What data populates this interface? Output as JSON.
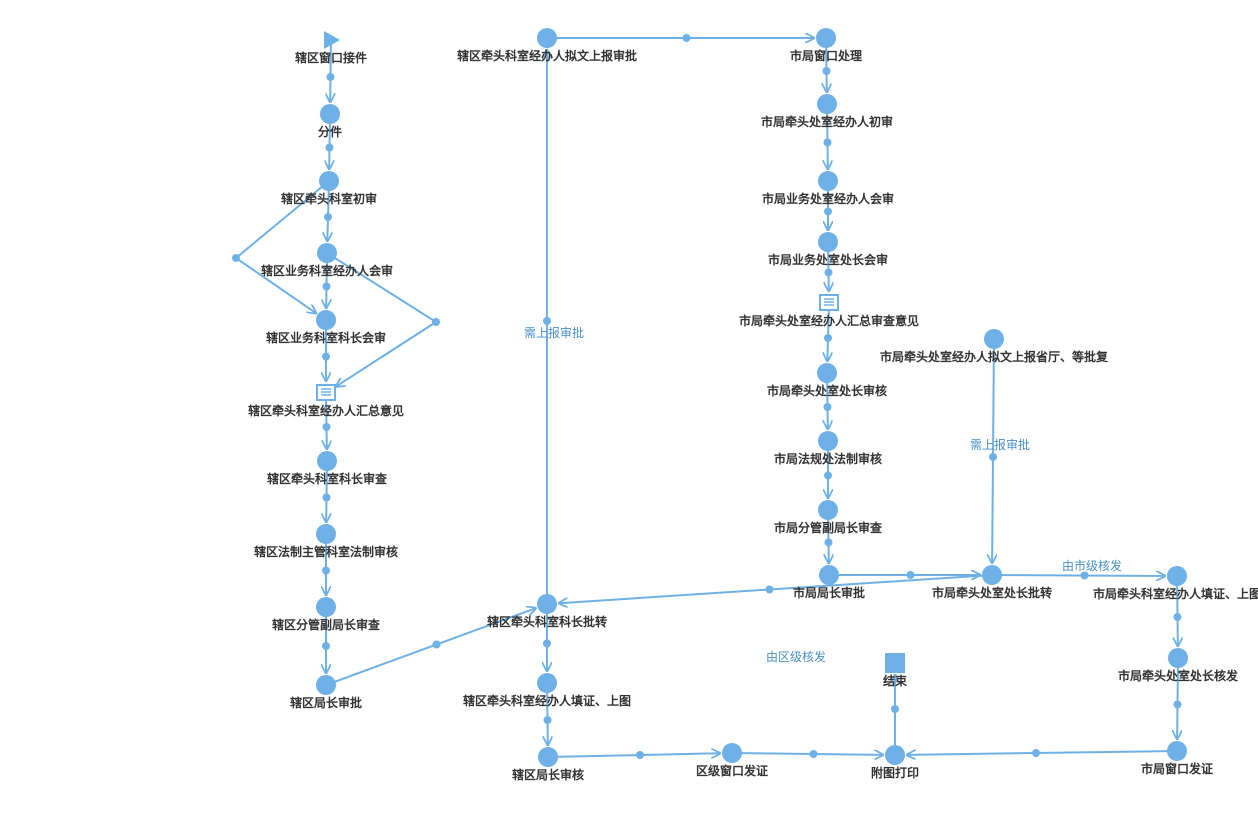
{
  "colors": {
    "accent": "#6fb1e6",
    "node_label": "#333333",
    "edge_label": "#4a8fc7"
  },
  "nodes": [
    {
      "id": "n1",
      "shape": "start-triangle",
      "icon": "start-icon",
      "label": "辖区窗口接件"
    },
    {
      "id": "n2",
      "shape": "circle",
      "label": "分件"
    },
    {
      "id": "n3",
      "shape": "circle",
      "label": "辖区牵头科室初审"
    },
    {
      "id": "n4",
      "shape": "circle",
      "label": "辖区业务科室经办人会审"
    },
    {
      "id": "n5",
      "shape": "circle",
      "label": "辖区业务科室科长会审"
    },
    {
      "id": "n6",
      "shape": "form",
      "icon": "form-icon",
      "label": "辖区牵头科室经办人汇总意见"
    },
    {
      "id": "n7",
      "shape": "circle",
      "label": "辖区牵头科室科长审查"
    },
    {
      "id": "n8",
      "shape": "circle",
      "label": "辖区法制主管科室法制审核"
    },
    {
      "id": "n9",
      "shape": "circle",
      "label": "辖区分管副局长审查"
    },
    {
      "id": "n10",
      "shape": "circle",
      "label": "辖区局长审批"
    },
    {
      "id": "n11",
      "shape": "circle",
      "label": "辖区牵头科室经办人拟文上报审批"
    },
    {
      "id": "n12",
      "shape": "circle",
      "label": "辖区牵头科室科长批转"
    },
    {
      "id": "n13",
      "shape": "circle",
      "label": "辖区牵头科室经办人填证、上图"
    },
    {
      "id": "n14",
      "shape": "circle",
      "label": "辖区局长审核"
    },
    {
      "id": "n15",
      "shape": "circle",
      "label": "区级窗口发证"
    },
    {
      "id": "n16",
      "shape": "circle",
      "label": "附图打印"
    },
    {
      "id": "n17",
      "shape": "end-square",
      "icon": "end-icon",
      "label": "结束"
    },
    {
      "id": "n18",
      "shape": "circle",
      "label": "市局窗口处理"
    },
    {
      "id": "n19",
      "shape": "circle",
      "label": "市局牵头处室经办人初审"
    },
    {
      "id": "n20",
      "shape": "circle",
      "label": "市局业务处室经办人会审"
    },
    {
      "id": "n21",
      "shape": "circle",
      "label": "市局业务处室处长会审"
    },
    {
      "id": "n22",
      "shape": "form",
      "icon": "form-icon",
      "label": "市局牵头处室经办人汇总审查意见"
    },
    {
      "id": "n23",
      "shape": "circle",
      "label": "市局牵头处室处长审核"
    },
    {
      "id": "n24",
      "shape": "circle",
      "label": "市局法规处法制审核"
    },
    {
      "id": "n25",
      "shape": "circle",
      "label": "市局分管副局长审查"
    },
    {
      "id": "n26",
      "shape": "circle",
      "label": "市局局长审批"
    },
    {
      "id": "n27",
      "shape": "circle",
      "label": "市局牵头处室处长批转"
    },
    {
      "id": "n28",
      "shape": "circle",
      "label": "市局牵头处室经办人拟文上报省厅、等批复"
    },
    {
      "id": "n29",
      "shape": "circle",
      "label": "市局牵头科室经办人填证、上图"
    },
    {
      "id": "n30",
      "shape": "circle",
      "label": "市局牵头处室处长核发"
    },
    {
      "id": "n31",
      "shape": "circle",
      "label": "市局窗口发证"
    }
  ],
  "edge_labels": [
    {
      "id": "e_report1",
      "text": "需上报审批"
    },
    {
      "id": "e_report2",
      "text": "需上报审批"
    },
    {
      "id": "e_city",
      "text": "由市级核发"
    },
    {
      "id": "e_district",
      "text": "由区级核发"
    }
  ]
}
